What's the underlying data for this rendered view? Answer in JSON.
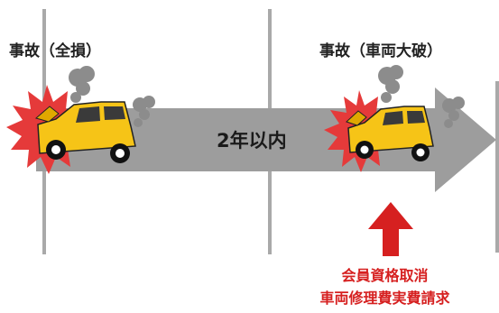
{
  "diagram": {
    "event1_label": "事故（全損）",
    "event2_label": "事故（車両大破）",
    "duration_label": "2年以内",
    "consequence": {
      "line1": "会員資格取消",
      "line2": "車両修理費実費請求"
    }
  },
  "colors": {
    "timeline_arrow": "#9d9d9d",
    "divider": "#a9a9a9",
    "burst": "#e53a3a",
    "car_body": "#f6c417",
    "smoke": "#8c8c8c",
    "alert_arrow": "#d62020",
    "alert_text": "#d62020"
  },
  "icons": [
    "crash-burst-icon",
    "car-icon",
    "smoke-icon",
    "up-arrow-icon"
  ]
}
